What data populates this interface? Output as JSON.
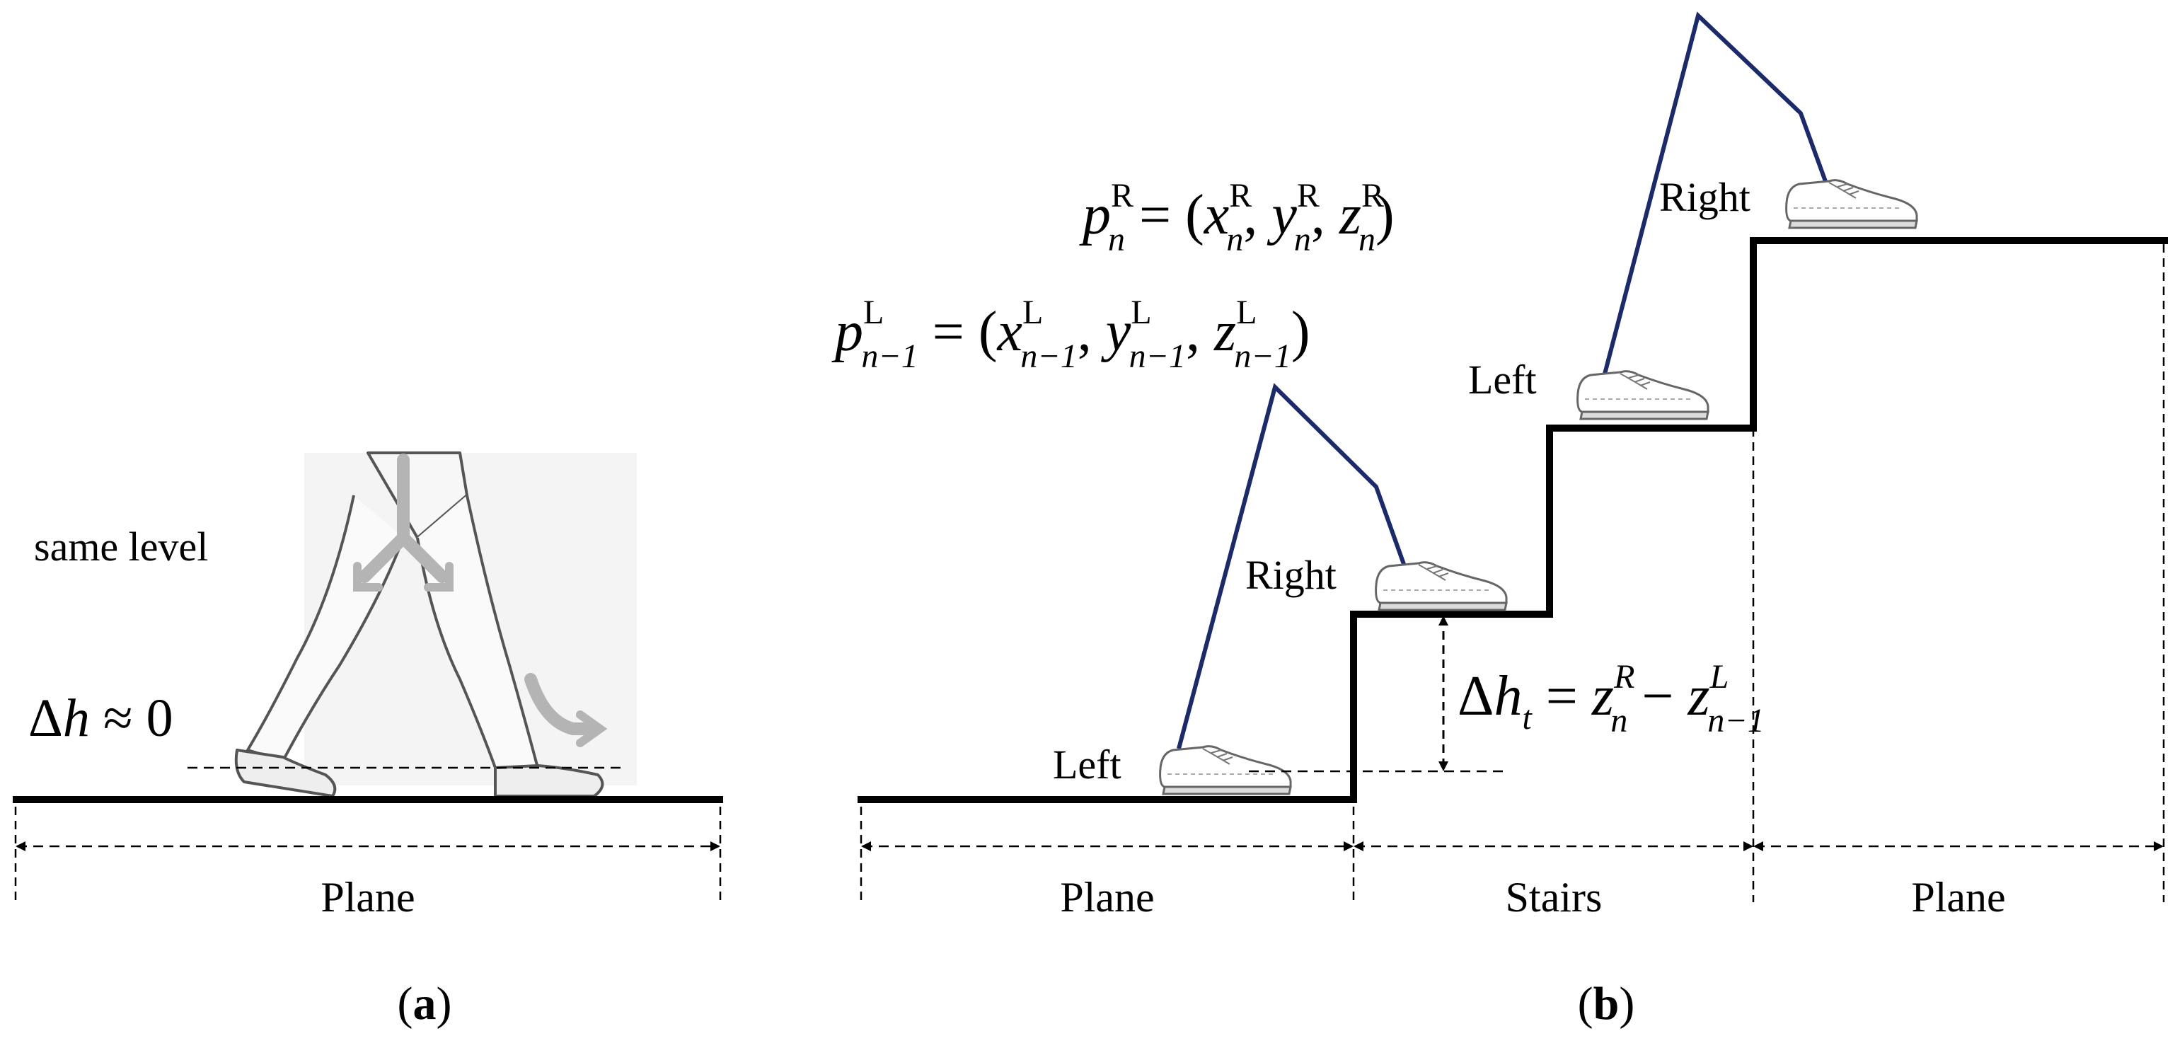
{
  "panel_a": {
    "caption_open": "(",
    "caption_letter": "a",
    "caption_close": ")",
    "same_level_label": "same level",
    "delta_h": {
      "delta": "Δ",
      "var": "h",
      "rest": " ≈ 0"
    },
    "plane_label": "Plane"
  },
  "panel_b": {
    "caption_open": "(",
    "caption_letter": "b",
    "caption_close": ")",
    "segment_labels": [
      "Plane",
      "Stairs",
      "Plane"
    ],
    "foot_labels": {
      "left_low": "Left",
      "right_low": "Right",
      "left_high": "Left",
      "right_high": "Right"
    },
    "eq_right": {
      "p": "p",
      "sup": "R",
      "sub": "n",
      "eq": " = (",
      "x": "x",
      "y": "y",
      "z": "z",
      "comma": ", ",
      "close": ")"
    },
    "eq_left": {
      "p": "p",
      "sup": "L",
      "sub": "n−1",
      "eq": " = (",
      "x": "x",
      "y": "y",
      "z": "z",
      "comma": ", ",
      "close": ")"
    },
    "delta_ht": {
      "delta": "Δ",
      "h": "h",
      "t": "t",
      "eq": " = ",
      "z": "z",
      "supR": "R",
      "subn": "n",
      "minus": " − ",
      "supL": "L",
      "subn1": "n−1"
    }
  },
  "colors": {
    "leg_line": "#1a2a6c",
    "ground": "#000000",
    "arrows": "#b0b0b0"
  }
}
